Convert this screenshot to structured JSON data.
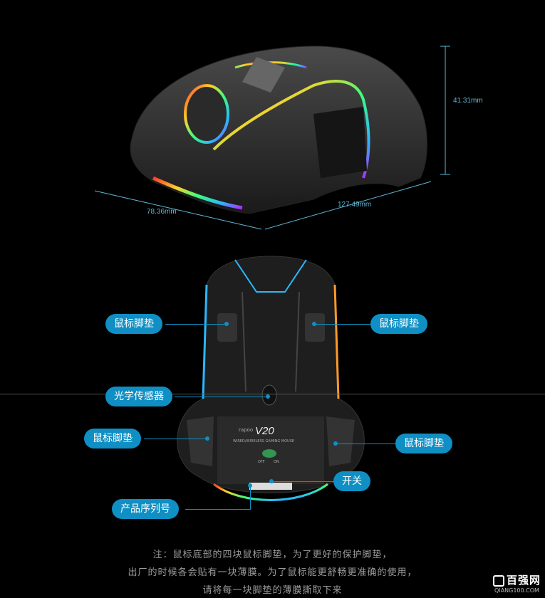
{
  "dimensions": {
    "height": "41.31mm",
    "width": "78.36mm",
    "length": "127.49mm"
  },
  "labels": {
    "pad_top_left": "鼠标脚垫",
    "pad_top_right": "鼠标脚垫",
    "sensor": "光学传感器",
    "pad_bottom_left": "鼠标脚垫",
    "pad_bottom_right": "鼠标脚垫",
    "switch": "开关",
    "serial": "产品序列号"
  },
  "mouse_bottom": {
    "model": "V20",
    "subtitle": "WIRED/WIRELESS GAMING MOUSE",
    "brand": "rapoo",
    "switch_off": "OFF",
    "switch_on": "ON"
  },
  "note": {
    "line1": "注：鼠标底部的四块鼠标脚垫，为了更好的保护脚垫，",
    "line2": "出厂的时候各会贴有一块薄膜。为了鼠标能更舒畅更准确的使用，",
    "line3": "请将每一块脚垫的薄膜撕取下来"
  },
  "watermark": {
    "logo": "百强网",
    "site": "QIANG100.COM"
  },
  "colors": {
    "accent": "#0f8fc4",
    "dimension": "#5fb8d8"
  }
}
